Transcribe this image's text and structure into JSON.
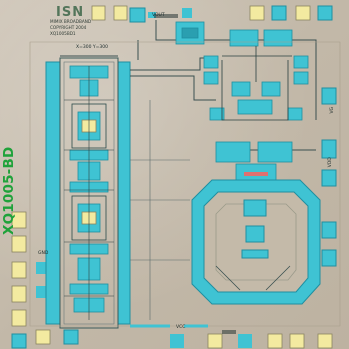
{
  "image": {
    "description_labels": {
      "part_number": "XQ1005-BD",
      "logo": "ISN",
      "copyright_lines": [
        "MIMIX BROADBAND",
        "COPYRIGHT 2004",
        "XQ1005BD1"
      ],
      "dimension_label": "X=300  Y=300",
      "pad_vout": "VOUT",
      "pad_vcc": "VCC",
      "pad_vg": "VG",
      "pad_vdd": "VDD",
      "pad_gnd": "GND"
    },
    "colors": {
      "substrate": "#c6bcac",
      "metal": "#3fc3d3",
      "metal_dark": "#1f8fa0",
      "gold_pad": "#f3eaa0",
      "label_green": "#1fa23a"
    }
  }
}
